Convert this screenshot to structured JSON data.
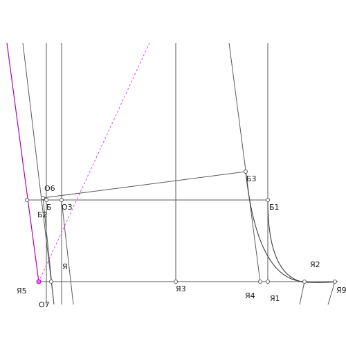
{
  "diagram": {
    "colors": {
      "line": "#5a5a5a",
      "accent": "#b400b4",
      "dashed": "#e040e0",
      "background": "#ffffff"
    },
    "labels": {
      "O6": "О6",
      "B": "Б",
      "O3": "О3",
      "B2": "Б2",
      "B3": "Б3",
      "B1": "Б1",
      "YA": "Я",
      "YA5": "Я5",
      "O7": "О7",
      "YA3": "Я3",
      "YA4": "Я4",
      "YA1": "Я1",
      "YA2": "Я2",
      "YA9": "Я9"
    }
  }
}
